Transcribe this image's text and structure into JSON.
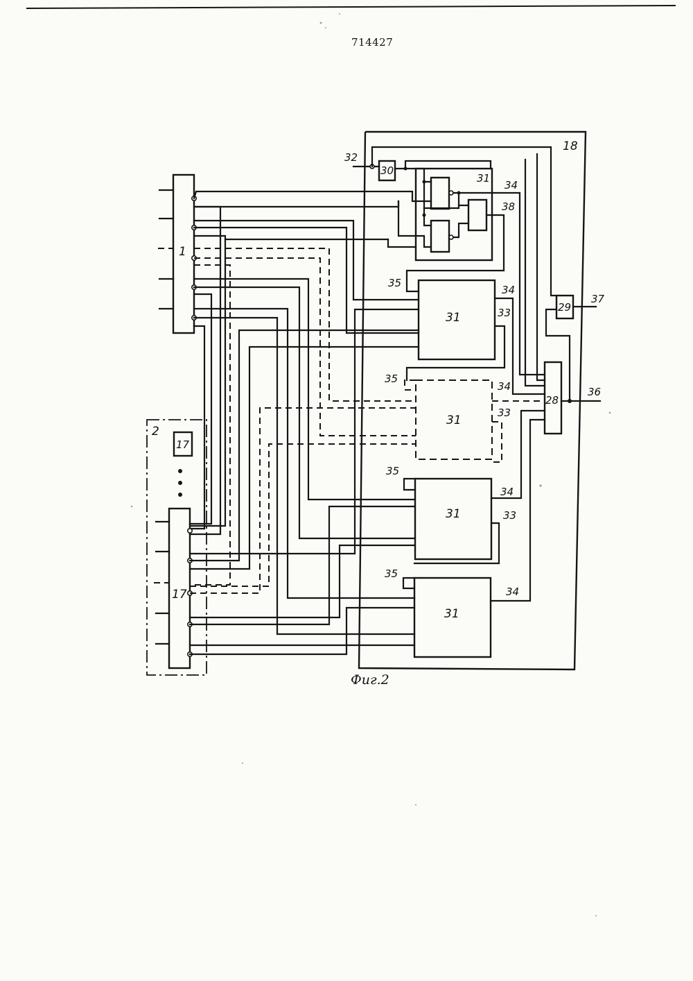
{
  "document": {
    "number": "714427",
    "caption": "Фиг.2"
  },
  "labels": {
    "block_1": "1",
    "block_2": "2",
    "block_17_top": "17",
    "block_17_bottom": "17",
    "block_18": "18",
    "block_28": "28",
    "block_29": "29",
    "block_30": "30",
    "block_31": "31",
    "line_32": "32",
    "line_33": "33",
    "line_34": "34",
    "line_35": "35",
    "line_36": "36",
    "line_37": "37",
    "line_38": "38"
  }
}
